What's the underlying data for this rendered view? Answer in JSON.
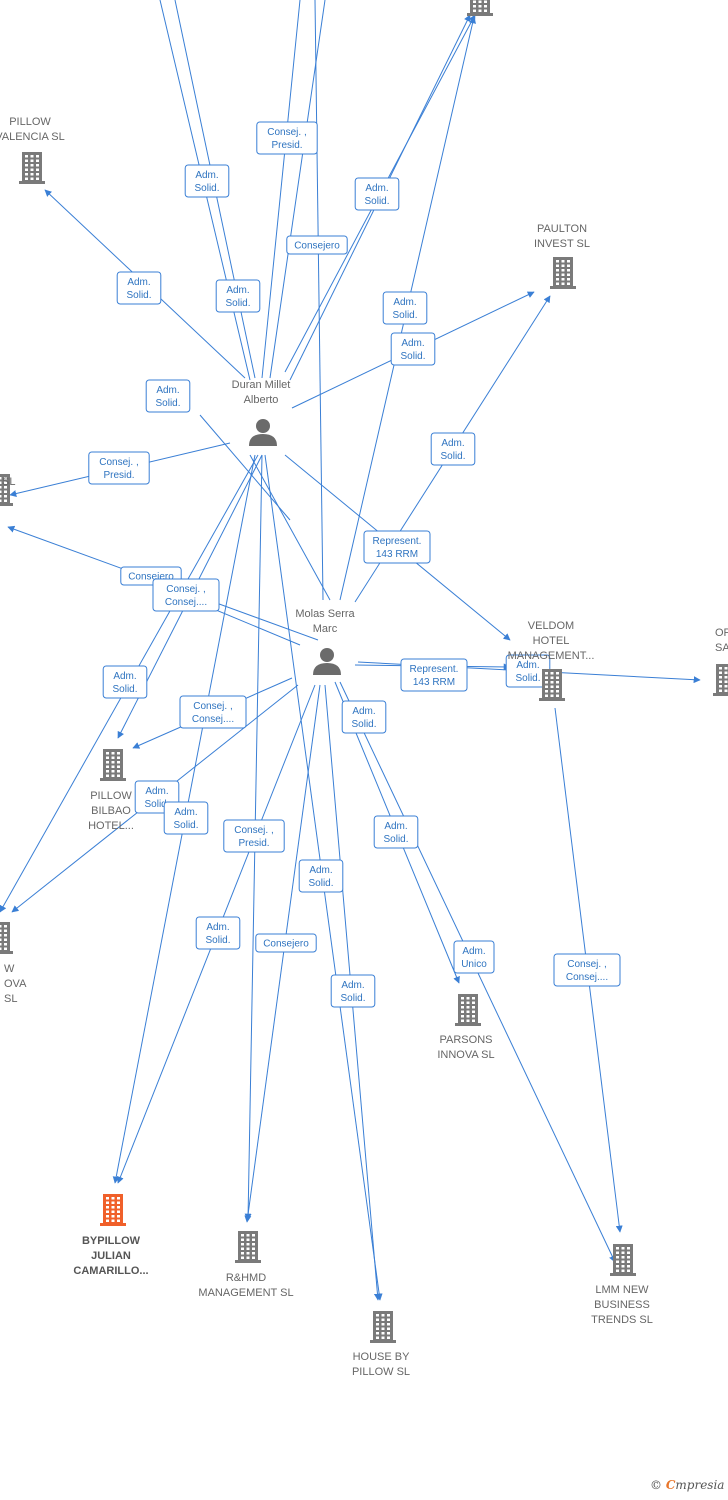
{
  "colors": {
    "edge": "#3a7fd5",
    "company": "#7a7a7a",
    "company_highlight": "#f0602a",
    "person": "#6b6b6b",
    "text": "#666666"
  },
  "nodes": [
    {
      "id": "top",
      "kind": "company",
      "lines": []
    },
    {
      "id": "pillow-valencia",
      "kind": "company",
      "lines": [
        "PILLOW",
        "VALENCIA  SL"
      ]
    },
    {
      "id": "paulton",
      "kind": "company",
      "lines": [
        "PAULTON",
        "INVEST  SL"
      ]
    },
    {
      "id": "duran",
      "kind": "person",
      "lines": [
        "Duran Millet",
        "Alberto"
      ]
    },
    {
      "id": "left-sl",
      "kind": "company",
      "lines": [
        "SL"
      ]
    },
    {
      "id": "molas",
      "kind": "person",
      "lines": [
        "Molas Serra",
        "Marc"
      ]
    },
    {
      "id": "veldom",
      "kind": "company",
      "lines": [
        "VELDOM",
        "HOTEL",
        "MANAGEMENT..."
      ]
    },
    {
      "id": "opco",
      "kind": "company",
      "lines": [
        "OPCO",
        "SATEL"
      ]
    },
    {
      "id": "pillow-bilbao",
      "kind": "company",
      "lines": [
        "PILLOW",
        "BILBAO",
        "HOTEL..."
      ]
    },
    {
      "id": "left-nova",
      "kind": "company",
      "lines": [
        "W",
        "OVA",
        "SL"
      ]
    },
    {
      "id": "parsons",
      "kind": "company",
      "lines": [
        "PARSONS",
        "INNOVA SL"
      ]
    },
    {
      "id": "bypillow",
      "kind": "company",
      "highlight": true,
      "lines": [
        "BYPILLOW",
        "JULIAN",
        "CAMARILLO..."
      ]
    },
    {
      "id": "rhmd",
      "kind": "company",
      "lines": [
        "R&HMD",
        "MANAGEMENT SL"
      ]
    },
    {
      "id": "house",
      "kind": "company",
      "lines": [
        "HOUSE BY",
        "PILLOW  SL"
      ]
    },
    {
      "id": "lmm",
      "kind": "company",
      "lines": [
        "LMM NEW",
        "BUSINESS",
        "TRENDS SL"
      ]
    }
  ],
  "edge_labels": [
    {
      "id": "l1",
      "lines": [
        "Consej. ,",
        "Presid."
      ]
    },
    {
      "id": "l2",
      "lines": [
        "Adm.",
        "Solid."
      ]
    },
    {
      "id": "l3",
      "lines": [
        "Adm.",
        "Solid."
      ]
    },
    {
      "id": "l4",
      "lines": [
        "Consejero"
      ]
    },
    {
      "id": "l5",
      "lines": [
        "Adm.",
        "Solid."
      ]
    },
    {
      "id": "l6",
      "lines": [
        "Adm.",
        "Solid."
      ]
    },
    {
      "id": "l7",
      "lines": [
        "Adm.",
        "Solid."
      ]
    },
    {
      "id": "l8",
      "lines": [
        "Adm.",
        "Solid."
      ]
    },
    {
      "id": "l9",
      "lines": [
        "Adm.",
        "Solid."
      ]
    },
    {
      "id": "l10",
      "lines": [
        "Consej. ,",
        "Presid."
      ]
    },
    {
      "id": "l11",
      "lines": [
        "Adm.",
        "Solid."
      ]
    },
    {
      "id": "l12",
      "lines": [
        "Represent.",
        "143 RRM"
      ]
    },
    {
      "id": "l13",
      "lines": [
        "Consejero"
      ]
    },
    {
      "id": "l14",
      "lines": [
        "Consej. ,",
        "Consej...."
      ]
    },
    {
      "id": "l15",
      "lines": [
        "Represent.",
        "143 RRM"
      ]
    },
    {
      "id": "l16",
      "lines": [
        "Adm.",
        "Solid."
      ]
    },
    {
      "id": "l17",
      "lines": [
        "Adm.",
        "Solid."
      ]
    },
    {
      "id": "l18",
      "lines": [
        "Adm.",
        "Solid."
      ]
    },
    {
      "id": "l19",
      "lines": [
        "Consej. ,",
        "Consej...."
      ]
    },
    {
      "id": "l20",
      "lines": [
        "Adm.",
        "Solid."
      ]
    },
    {
      "id": "l21",
      "lines": [
        "Adm.",
        "Solid."
      ]
    },
    {
      "id": "l22",
      "lines": [
        "Consej. ,",
        "Presid."
      ]
    },
    {
      "id": "l23",
      "lines": [
        "Adm.",
        "Solid."
      ]
    },
    {
      "id": "l24",
      "lines": [
        "Adm.",
        "Solid."
      ]
    },
    {
      "id": "l25",
      "lines": [
        "Adm.",
        "Solid."
      ]
    },
    {
      "id": "l26",
      "lines": [
        "Consejero"
      ]
    },
    {
      "id": "l27",
      "lines": [
        "Adm.",
        "Unico"
      ]
    },
    {
      "id": "l28",
      "lines": [
        "Consej. ,",
        "Consej...."
      ]
    },
    {
      "id": "l29",
      "lines": [
        "Adm.",
        "Solid."
      ]
    }
  ],
  "footer": {
    "copyright": "©",
    "brand_initial": "C",
    "brand_rest": "mpresia"
  }
}
